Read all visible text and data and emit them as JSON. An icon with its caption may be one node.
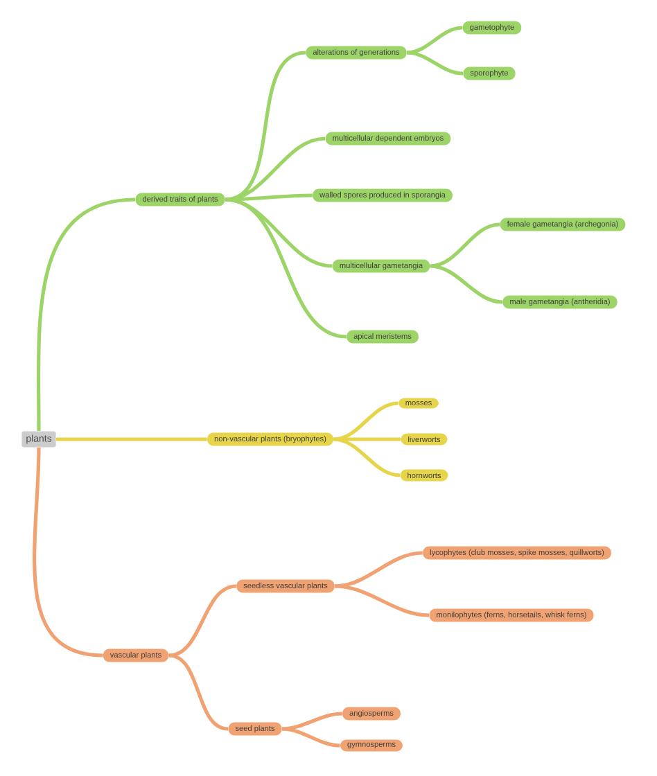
{
  "diagram": {
    "nodes": [
      {
        "text": [
          "plants"
        ]
      },
      {
        "text": [
          "derived traits of plants"
        ]
      },
      {
        "text": [
          "alterations of generations"
        ]
      },
      {
        "text": [
          "gametophyte"
        ]
      },
      {
        "text": [
          "sporophyte"
        ]
      },
      {
        "text": [
          "multicellular dependent embryos"
        ]
      },
      {
        "text": [
          "walled spores produced in sporangia"
        ]
      },
      {
        "text": [
          "multicellular gametangia"
        ]
      },
      {
        "text": [
          "female gametangia (archegonia)"
        ]
      },
      {
        "text": [
          "male gametangia (antheridia)"
        ]
      },
      {
        "text": [
          "apical meristems"
        ]
      },
      {
        "text": [
          "non-vascular plants (bryophytes)"
        ]
      },
      {
        "text": [
          "mosses"
        ]
      },
      {
        "text": [
          "liverworts"
        ]
      },
      {
        "text": [
          "hornworts"
        ]
      },
      {
        "text": [
          "vascular plants"
        ]
      },
      {
        "text": [
          "seedless vascular plants"
        ]
      },
      {
        "text": [
          "lycophytes (club mosses, spike mosses, quillworts)"
        ]
      },
      {
        "text": [
          "monilophytes (ferns, horsetails, whisk ferns)"
        ]
      },
      {
        "text": [
          "seed plants"
        ]
      },
      {
        "text": [
          "angiosperms"
        ]
      },
      {
        "text": [
          "gymnosperms"
        ]
      }
    ],
    "edges": [
      {
        "from": 0,
        "to": 1,
        "arrow": "none"
      },
      {
        "from": 1,
        "to": 2,
        "arrow": "none"
      },
      {
        "from": 2,
        "to": 3,
        "arrow": "none"
      },
      {
        "from": 2,
        "to": 4,
        "arrow": "none"
      },
      {
        "from": 1,
        "to": 5,
        "arrow": "none"
      },
      {
        "from": 1,
        "to": 6,
        "arrow": "none"
      },
      {
        "from": 1,
        "to": 7,
        "arrow": "none"
      },
      {
        "from": 7,
        "to": 8,
        "arrow": "none"
      },
      {
        "from": 7,
        "to": 9,
        "arrow": "none"
      },
      {
        "from": 1,
        "to": 10,
        "arrow": "none"
      },
      {
        "from": 0,
        "to": 11,
        "arrow": "none",
        "color": "#e6d54a"
      },
      {
        "from": 11,
        "to": 12,
        "arrow": "none",
        "color": "#e6d54a"
      },
      {
        "from": 11,
        "to": 13,
        "arrow": "none",
        "color": "#e6d54a"
      },
      {
        "from": 11,
        "to": 14,
        "arrow": "none",
        "color": "#e6d54a"
      },
      {
        "from": 0,
        "to": 15,
        "arrow": "none",
        "color": "#f0a272"
      },
      {
        "from": 15,
        "to": 16,
        "arrow": "none",
        "color": "#f0a272"
      },
      {
        "from": 16,
        "to": 17,
        "arrow": "none",
        "color": "#f0a272"
      },
      {
        "from": 16,
        "to": 18,
        "arrow": "none",
        "color": "#f0a272"
      },
      {
        "from": 15,
        "to": 19,
        "arrow": "none",
        "color": "#f0a272"
      },
      {
        "from": 19,
        "to": 20,
        "arrow": "none",
        "color": "#f0a272"
      },
      {
        "from": 19,
        "to": 21,
        "arrow": "none",
        "color": "#f0a272"
      }
    ]
  }
}
